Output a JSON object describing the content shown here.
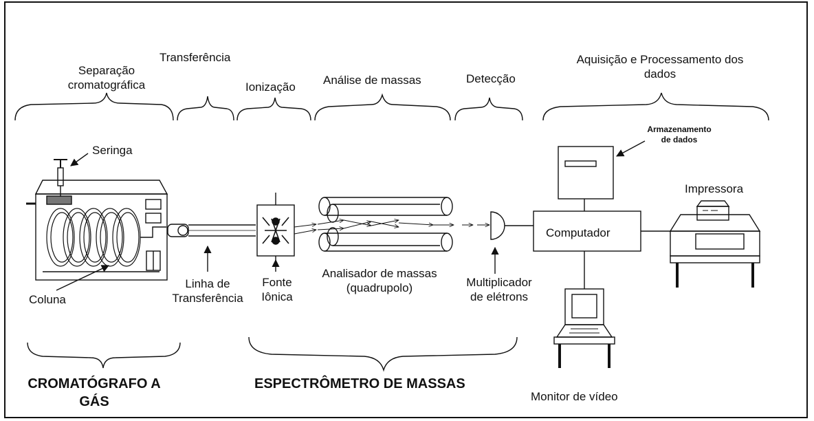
{
  "stages": {
    "separacao": "Separação cromatográfica",
    "transferencia": "Transferência",
    "ionizacao": "Ionização",
    "analise": "Análise de massas",
    "deteccao": "Detecção",
    "aquisicao": "Aquisição e Processamento dos dados"
  },
  "components": {
    "seringa": "Seringa",
    "coluna": "Coluna",
    "linha": "Linha de Transferência",
    "fonte": "Fonte Iônica",
    "analisador": "Analisador de massas (quadrupolo)",
    "multiplicador": "Multiplicador de elétrons",
    "armazenamento": "Armazenamento de dados",
    "computador": "Computador",
    "impressora": "Impressora",
    "monitor": "Monitor de vídeo"
  },
  "groups": {
    "cromatografo": "CROMATÓGRAFO A GÁS",
    "espectrometro": "ESPECTRÔMETRO DE MASSAS"
  }
}
